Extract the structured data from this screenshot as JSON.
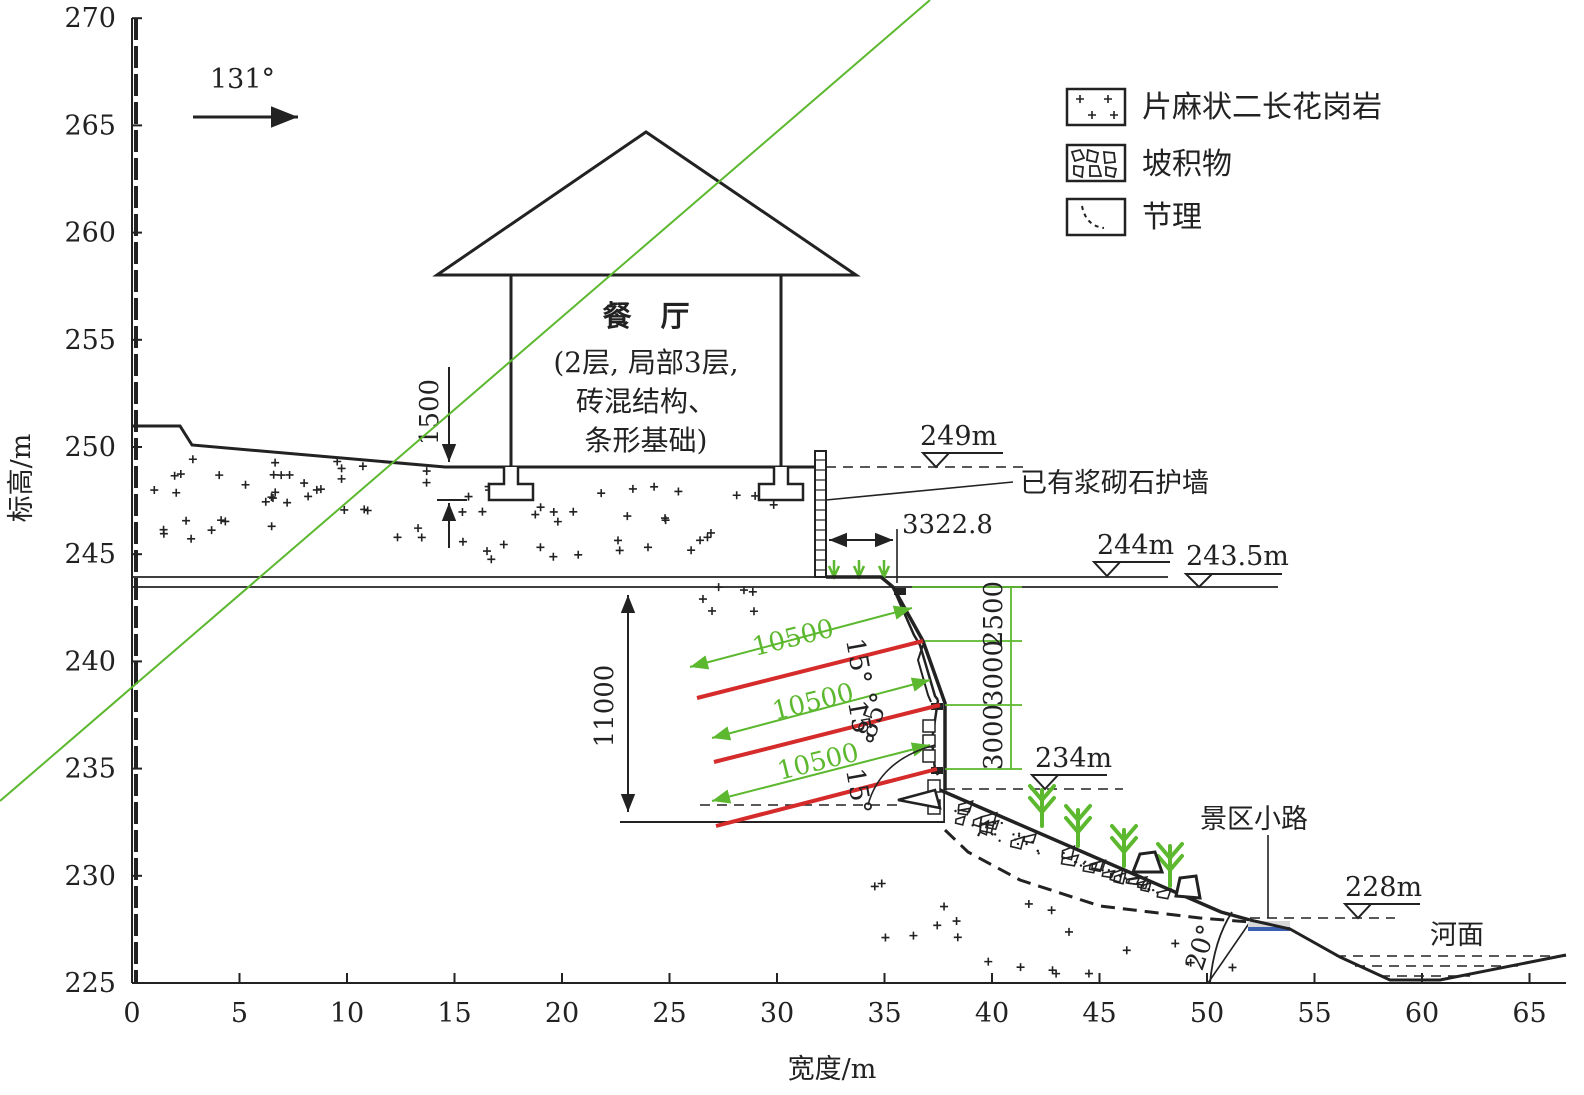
{
  "axes": {
    "x_label": "宽度/m",
    "y_label": "标高/m",
    "x_ticks": [
      "0",
      "5",
      "10",
      "15",
      "20",
      "25",
      "30",
      "35",
      "40",
      "45",
      "50",
      "55",
      "60",
      "65"
    ],
    "y_ticks": [
      "225",
      "230",
      "235",
      "240",
      "245",
      "250",
      "255",
      "260",
      "265",
      "270"
    ]
  },
  "direction": {
    "label": "131°"
  },
  "building": {
    "title": "餐　厅",
    "line1": "(2层, 局部3层,",
    "line2": "砖混结构、",
    "line3": "条形基础)"
  },
  "legend": {
    "items": [
      {
        "label": "片麻状二长花岗岩",
        "pattern": "plus"
      },
      {
        "label": "坡积物",
        "pattern": "debris"
      },
      {
        "label": "节理",
        "pattern": "joint"
      }
    ]
  },
  "annotations": {
    "wall": "已有浆砌石护墙",
    "path": "景区小路",
    "river": "河面"
  },
  "elevation_marks": {
    "m249": "249m",
    "m244": "244m",
    "m243_5": "243.5m",
    "m234": "234m",
    "m228": "228m"
  },
  "dimensions": {
    "d1500": "1500",
    "d11000": "11000",
    "d3322": "3322.8",
    "d2500": "2500",
    "d3000a": "3000",
    "d3000b": "3000"
  },
  "anchors": {
    "length_a": "10500",
    "length_b": "10500",
    "length_c": "10500",
    "angle_a": "15°",
    "angle_b": "15°",
    "angle_c": "15°",
    "angle_slope": "85°"
  },
  "angles": {
    "debris_base": "20°"
  },
  "colors": {
    "anchor": "#d62b2b",
    "dimension_green": "#5cb82e",
    "path": "#3a5fb0",
    "line": "#222222"
  }
}
